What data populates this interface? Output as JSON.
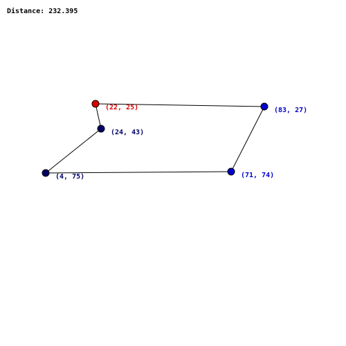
{
  "distance_text": "Distance: 232.395",
  "colors": {
    "edge": "#000000",
    "start_point": "#dd0000",
    "point_blue": "#0000cc",
    "point_navy": "#000066",
    "point_stroke": "#000000",
    "label_start": "#dd0000",
    "label_blue": "#0000cc",
    "label_navy": "#000066"
  },
  "points": [
    {
      "id": "p1",
      "label": "(22, 25)",
      "x": 22,
      "y": 25,
      "role": "start",
      "color_key": "start"
    },
    {
      "id": "p2",
      "label": "(83, 27)",
      "x": 83,
      "y": 27,
      "role": "vertex",
      "color_key": "blue"
    },
    {
      "id": "p3",
      "label": "(71, 74)",
      "x": 71,
      "y": 74,
      "role": "vertex",
      "color_key": "blue"
    },
    {
      "id": "p4",
      "label": "(4, 75)",
      "x": 4,
      "y": 75,
      "role": "vertex",
      "color_key": "navy"
    },
    {
      "id": "p5",
      "label": "(24, 43)",
      "x": 24,
      "y": 43,
      "role": "vertex",
      "color_key": "navy"
    }
  ],
  "path_order": [
    "p1",
    "p2",
    "p3",
    "p4",
    "p5",
    "p1"
  ]
}
